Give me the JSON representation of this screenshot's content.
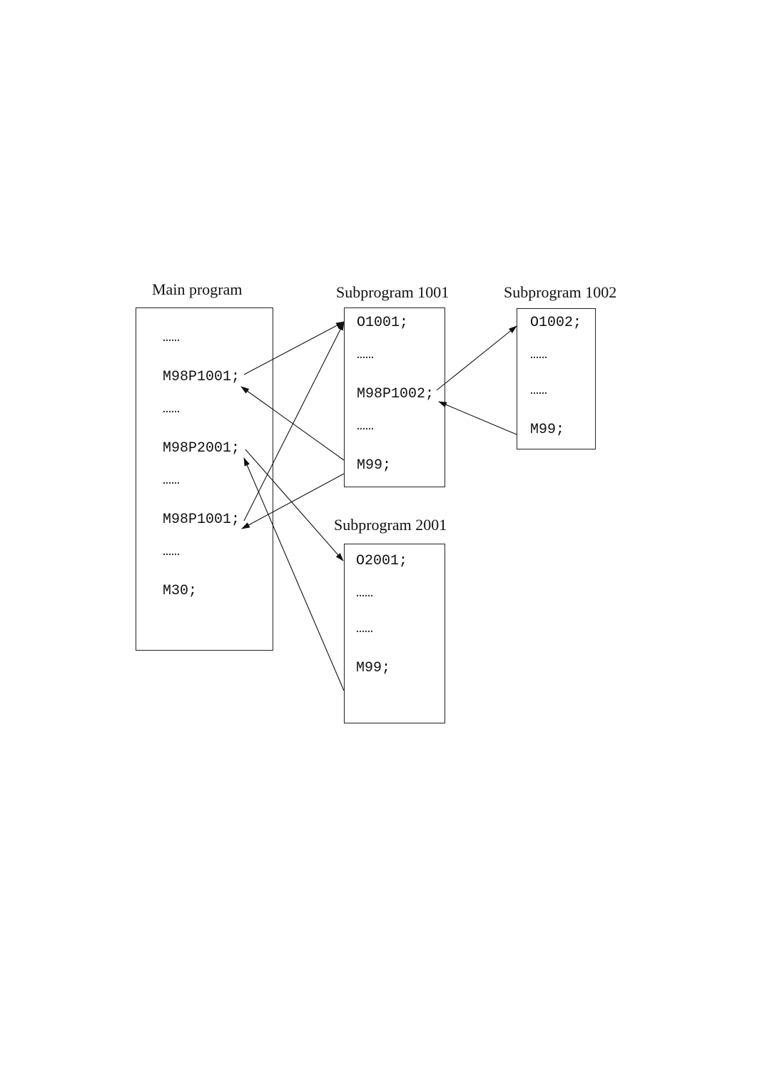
{
  "main": {
    "title": "Main program",
    "lines": [
      "……",
      "M98P1001;",
      "……",
      "M98P2001;",
      "……",
      "M98P1001;",
      "……",
      "M30;"
    ]
  },
  "sub1001": {
    "title": "Subprogram 1001",
    "lines": [
      "O1001;",
      "……",
      "M98P1002;",
      "……",
      "M99;"
    ]
  },
  "sub1002": {
    "title": "Subprogram 1002",
    "lines": [
      "O1002;",
      "……",
      "……",
      "M99;"
    ]
  },
  "sub2001": {
    "title": "Subprogram 2001",
    "lines": [
      "O2001;",
      "……",
      "……",
      "M99;"
    ]
  }
}
